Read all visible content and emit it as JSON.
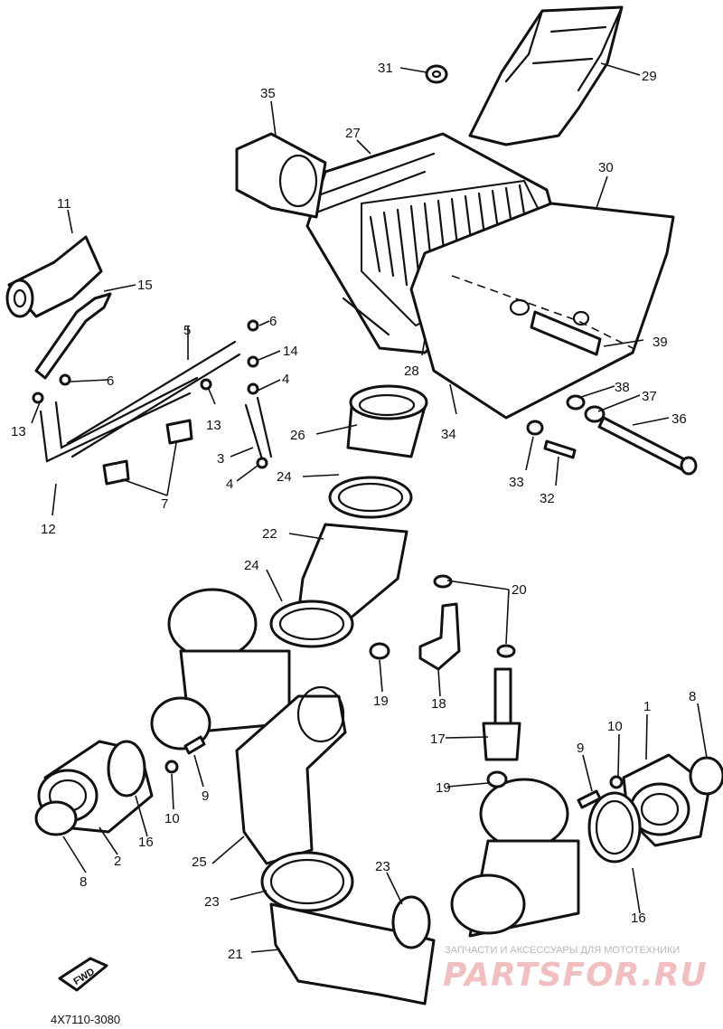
{
  "callouts": [
    {
      "id": "c1",
      "label": "1"
    },
    {
      "id": "c2",
      "label": "2"
    },
    {
      "id": "c3",
      "label": "3"
    },
    {
      "id": "c4a",
      "label": "4"
    },
    {
      "id": "c4b",
      "label": "4"
    },
    {
      "id": "c5",
      "label": "5"
    },
    {
      "id": "c6a",
      "label": "6"
    },
    {
      "id": "c6b",
      "label": "6"
    },
    {
      "id": "c7",
      "label": "7"
    },
    {
      "id": "c8a",
      "label": "8"
    },
    {
      "id": "c8b",
      "label": "8"
    },
    {
      "id": "c9a",
      "label": "9"
    },
    {
      "id": "c9b",
      "label": "9"
    },
    {
      "id": "c10a",
      "label": "10"
    },
    {
      "id": "c10b",
      "label": "10"
    },
    {
      "id": "c11",
      "label": "11"
    },
    {
      "id": "c12",
      "label": "12"
    },
    {
      "id": "c13a",
      "label": "13"
    },
    {
      "id": "c13b",
      "label": "13"
    },
    {
      "id": "c14",
      "label": "14"
    },
    {
      "id": "c15",
      "label": "15"
    },
    {
      "id": "c16a",
      "label": "16"
    },
    {
      "id": "c16b",
      "label": "16"
    },
    {
      "id": "c17",
      "label": "17"
    },
    {
      "id": "c18",
      "label": "18"
    },
    {
      "id": "c19a",
      "label": "19"
    },
    {
      "id": "c19b",
      "label": "19"
    },
    {
      "id": "c20",
      "label": "20"
    },
    {
      "id": "c21",
      "label": "21"
    },
    {
      "id": "c22",
      "label": "22"
    },
    {
      "id": "c23a",
      "label": "23"
    },
    {
      "id": "c23b",
      "label": "23"
    },
    {
      "id": "c24a",
      "label": "24"
    },
    {
      "id": "c24b",
      "label": "24"
    },
    {
      "id": "c25",
      "label": "25"
    },
    {
      "id": "c26",
      "label": "26"
    },
    {
      "id": "c27",
      "label": "27"
    },
    {
      "id": "c28",
      "label": "28"
    },
    {
      "id": "c29",
      "label": "29"
    },
    {
      "id": "c30",
      "label": "30"
    },
    {
      "id": "c31",
      "label": "31"
    },
    {
      "id": "c32",
      "label": "32"
    },
    {
      "id": "c33",
      "label": "33"
    },
    {
      "id": "c34",
      "label": "34"
    },
    {
      "id": "c35",
      "label": "35"
    },
    {
      "id": "c36",
      "label": "36"
    },
    {
      "id": "c37",
      "label": "37"
    },
    {
      "id": "c38",
      "label": "38"
    },
    {
      "id": "c39",
      "label": "39"
    }
  ],
  "reference_code": "4X7110-3080",
  "fwd_mark": "FWD",
  "watermark": {
    "tagline": "ЗАПЧАСТИ И АКСЕССУАРЫ ДЛЯ МОТОТЕХНИКИ",
    "brand": "PARTSFOR.RU"
  }
}
